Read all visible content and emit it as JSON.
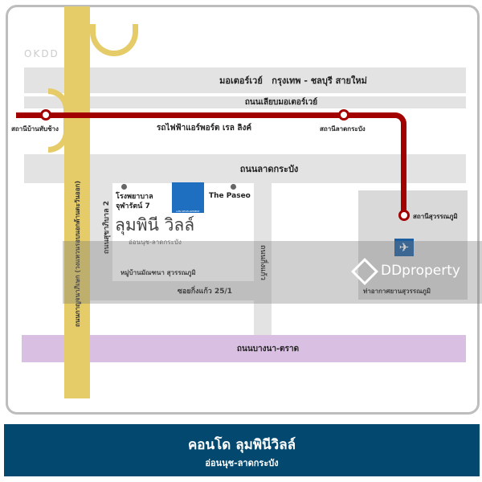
{
  "map": {
    "watermark": "OKDD",
    "roads": {
      "motorway": "มอเตอร์เวย์   กรุงเทพ - ชลบุรี สายใหม่",
      "motorway_frontage": "ถนนเลียบมอเตอร์เวย์",
      "lat_krabang": "ถนนลาดกระบัง",
      "kanchanaphisek": "ถนนกาญจนาภิเษก (วงแหวนรอบนอกด้านตะวันออก)",
      "sukhaphiban2": "ถนนสุขาภิบาล 2",
      "king_kaeo": "ถนนกิ่งแก้ว",
      "soi_king_kaeo": "ซอยกิ่งแก้ว 25/1",
      "bangna_trat": "ถนนบางนา-ตราด"
    },
    "rail": {
      "line_name": "รถไฟฟ้าแอร์พอร์ต เรล ลิงค์",
      "color": "#a30000",
      "stations": [
        "สถานีบ้านทับช้าง",
        "สถานีลาดกระบัง",
        "สถานีสุวรรณภูมิ"
      ]
    },
    "landmarks": {
      "hospital": "โรงพยาบาล\nจุฬารัตน์ 7",
      "paseo": "The Paseo",
      "village": "หมู่บ้านมัณฑนา สุวรรณภูมิ",
      "airport": "ท่าอากาศยานสุวรรณภูมิ"
    },
    "project": {
      "name": "ลุมพินี วิลล์",
      "subtitle": "อ่อนนุช-ลาดกระบัง",
      "logo_text": "LPN DEVELOPMENT"
    },
    "overlay_brand": "DDproperty"
  },
  "footer": {
    "title": "คอนโด ลุมพินีวิลล์",
    "subtitle": "อ่อนนุช-ลาดกระบัง",
    "bg": "#03496f"
  }
}
